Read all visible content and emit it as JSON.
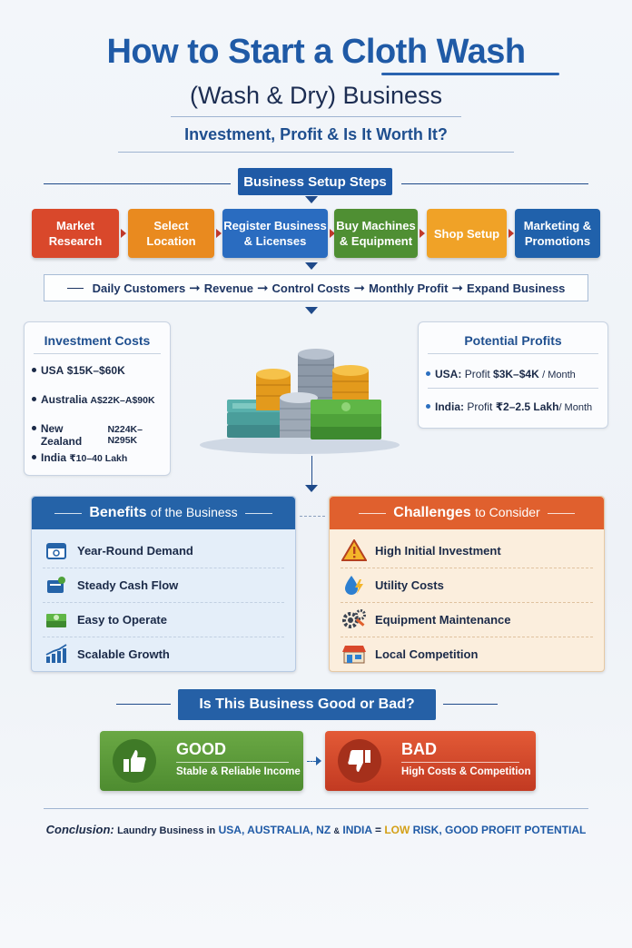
{
  "header": {
    "title_line1": "How to Start a Cloth Wash",
    "title_line2": "(Wash & Dry) Business",
    "subtitle": "Investment, Profit & Is It Worth It?"
  },
  "setup": {
    "heading": "Business Setup Steps",
    "steps": [
      {
        "label": "Market\nResearch",
        "color": "#d9482b"
      },
      {
        "label": "Select\nLocation",
        "color": "#e98a1f"
      },
      {
        "label": "Register Business\n& Licenses",
        "color": "#2a6cc0"
      },
      {
        "label": "Buy Machines\n& Equipment",
        "color": "#4f8f33"
      },
      {
        "label": "Shop Setup",
        "color": "#f0a227"
      },
      {
        "label": "Marketing &\nPromotions",
        "color": "#2061ab"
      }
    ],
    "flow": [
      "Daily Customers",
      "Revenue",
      "Control Costs",
      "Monthly Profit",
      "Expand Business"
    ]
  },
  "investment": {
    "title": "Investment Costs",
    "items": [
      {
        "label": "USA",
        "value": "$15K–$60K"
      },
      {
        "label": "Australia",
        "value": "A$22K–A$90K"
      },
      {
        "label": "New Zealand",
        "value": "N224K–N295K"
      },
      {
        "label": "India",
        "value": "₹10–40 Lakh"
      }
    ]
  },
  "profits": {
    "title": "Potential Profits",
    "items": [
      {
        "label": "USA:",
        "prefix": "Profit",
        "value": "$3K–$4K",
        "suffix": "/ Month"
      },
      {
        "label": "India:",
        "prefix": "Profit",
        "value": "₹2–2.5 Lakh",
        "suffix": "/ Month"
      }
    ]
  },
  "benefits": {
    "title_a": "Benefits",
    "title_b": "of the Business",
    "items": [
      "Year-Round Demand",
      "Steady Cash Flow",
      "Easy to Operate",
      "Scalable Growth"
    ],
    "icons": [
      "calendar-icon",
      "cash-flow-icon",
      "money-stack-icon",
      "growth-chart-icon"
    ]
  },
  "challenges": {
    "title_a": "Challenges",
    "title_b": "to Consider",
    "items": [
      "High Initial Investment",
      "Utility Costs",
      "Equipment Maintenance",
      "Local Competition"
    ],
    "icons": [
      "warning-icon",
      "water-drop-icon",
      "gears-icon",
      "shop-icon"
    ]
  },
  "verdict": {
    "heading": "Is This Business Good or Bad?",
    "good_title": "GOOD",
    "good_sub": "Stable & Reliable Income",
    "bad_title": "BAD",
    "bad_sub": "High Costs & Competition"
  },
  "conclusion": {
    "lead": "Conclusion:",
    "text1": "Laundry Business in",
    "countries": "USA, AUSTRALIA, NZ",
    "amp": "&",
    "india": "INDIA",
    "eq": "=",
    "low": "LOW",
    "risk": "RISK,",
    "tail": "GOOD PROFIT POTENTIAL"
  },
  "colors": {
    "primary": "#1f5aa6",
    "benefits_head": "#2563a8",
    "challenges_head": "#e0602e",
    "good": "#5b9b3a",
    "bad": "#d9482b"
  }
}
